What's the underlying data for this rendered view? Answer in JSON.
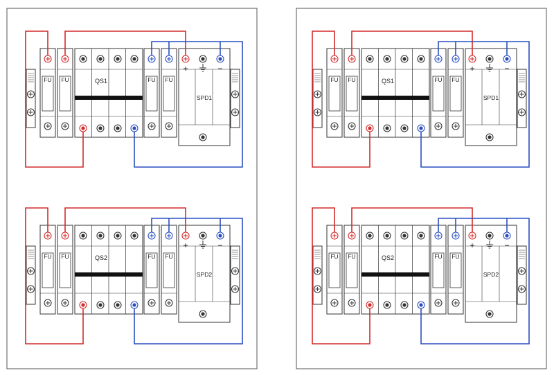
{
  "diagrams": [
    {
      "fuse_label": "FU",
      "switch_label": "QS1",
      "spd_label": "SPD1",
      "plus": "+",
      "minus": "−",
      "ground_icon": "ground-symbol"
    },
    {
      "fuse_label": "FU",
      "switch_label": "QS2",
      "spd_label": "SPD2",
      "plus": "+",
      "minus": "−",
      "ground_icon": "ground-symbol"
    }
  ],
  "colors": {
    "positive_wire": "#d42a2a",
    "negative_wire": "#2a4ec0",
    "outline": "#333333",
    "busbar": "#111111",
    "panel_border": "#555555"
  }
}
